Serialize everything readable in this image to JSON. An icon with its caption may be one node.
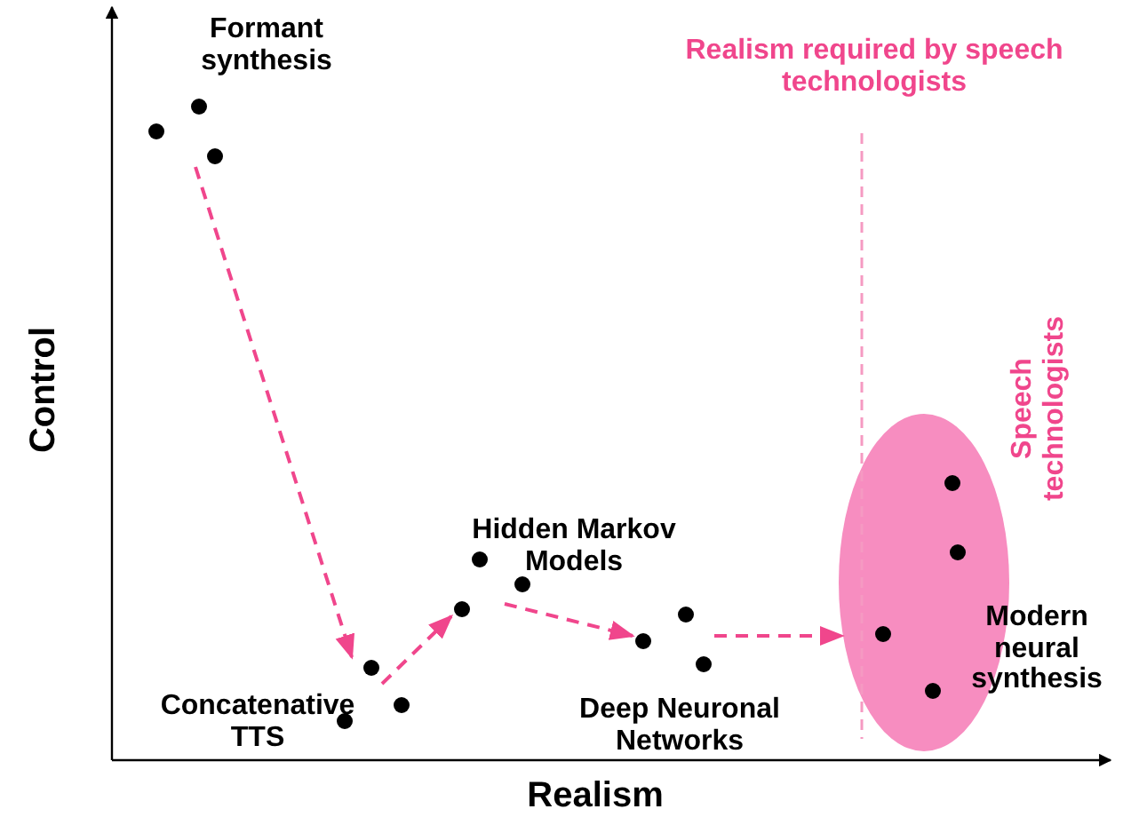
{
  "diagram": {
    "nodes": [
      {
        "text": [
          "Formant synthesis"
        ]
      },
      {
        "text": [
          "Concatenative TTS"
        ]
      },
      {
        "text": [
          "Hidden Markov Models"
        ]
      },
      {
        "text": [
          "Deep Neuronal Networks"
        ]
      },
      {
        "text": [
          "Speech technologists"
        ]
      },
      {
        "text": [
          "Modern neural synthesis"
        ]
      }
    ],
    "edges": [
      {
        "from": 0,
        "to": 1,
        "arrow": "to",
        "style": "dashed"
      },
      {
        "from": 1,
        "to": 2,
        "arrow": "to",
        "style": "dashed"
      },
      {
        "from": 2,
        "to": 3,
        "arrow": "to",
        "style": "dashed"
      },
      {
        "from": 3,
        "to": 4,
        "arrow": "to",
        "style": "dashed"
      }
    ],
    "labels": [
      "Realism required by speech technologists",
      "Control",
      "Realism"
    ]
  }
}
